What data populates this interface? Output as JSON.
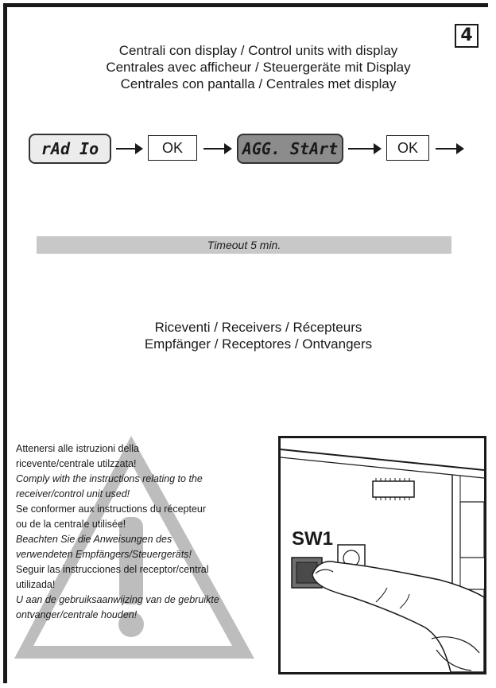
{
  "page_number": "4",
  "header": {
    "line1": "Centrali con display / Control units with display",
    "line2": "Centrales avec afficheur / Steuergeräte mit Display",
    "line3": "Centrales con pantalla / Centrales met display"
  },
  "flow": {
    "display1": "rAd Io",
    "ok1": "OK",
    "display2": "AGG. StArt",
    "ok2": "OK"
  },
  "timeout": "Timeout 5 min.",
  "receivers": {
    "line1": "Riceventi / Receivers / Récepteurs",
    "line2": "Empfänger /  Receptores / Ontvangers"
  },
  "notes": [
    {
      "text": "Attenersi alle istruzioni della",
      "italic": false
    },
    {
      "text": "ricevente/centrale utilzzata!",
      "italic": false
    },
    {
      "text": "Comply with the instructions relating to the",
      "italic": true
    },
    {
      "text": "receiver/control unit used!",
      "italic": true
    },
    {
      "text": "Se conformer aux instructions du récepteur",
      "italic": false
    },
    {
      "text": "ou de la centrale utilisée!",
      "italic": false
    },
    {
      "text": "Beachten Sie die Anweisungen des",
      "italic": true
    },
    {
      "text": "verwendeten Empfängers/Steuergeräts!",
      "italic": true
    },
    {
      "text": "Seguir las instrucciones del receptor/central",
      "italic": false
    },
    {
      "text": "utilizada!",
      "italic": false
    },
    {
      "text": "U aan de gebruiksaanwijzing van de gebruikte",
      "italic": true
    },
    {
      "text": "ontvanger/centrale houden!",
      "italic": true
    }
  ],
  "photo": {
    "button_label": "SW1"
  },
  "colors": {
    "timeout_bar": "#c8c8c8",
    "warning_triangle": "#bdbdbd",
    "display_active": "#8c8c8c"
  }
}
